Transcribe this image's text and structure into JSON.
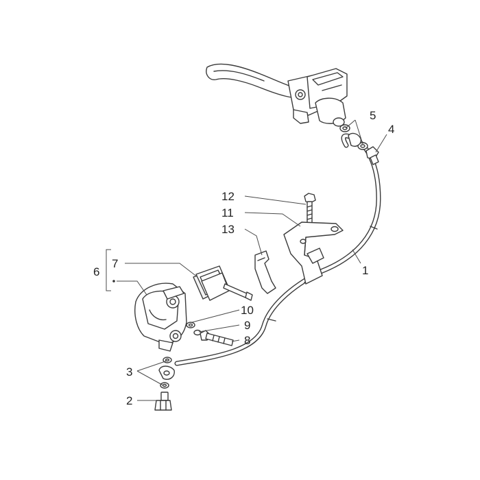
{
  "callouts": {
    "c1": "1",
    "c2": "2",
    "c3": "3",
    "c4": "4",
    "c5": "5",
    "c6": "6",
    "c7": "7",
    "c8": "8",
    "c9": "9",
    "c10": "10",
    "c11": "11",
    "c12": "12",
    "c13": "13"
  },
  "colors": {
    "line": "#3a3a3a",
    "background": "#ffffff"
  }
}
